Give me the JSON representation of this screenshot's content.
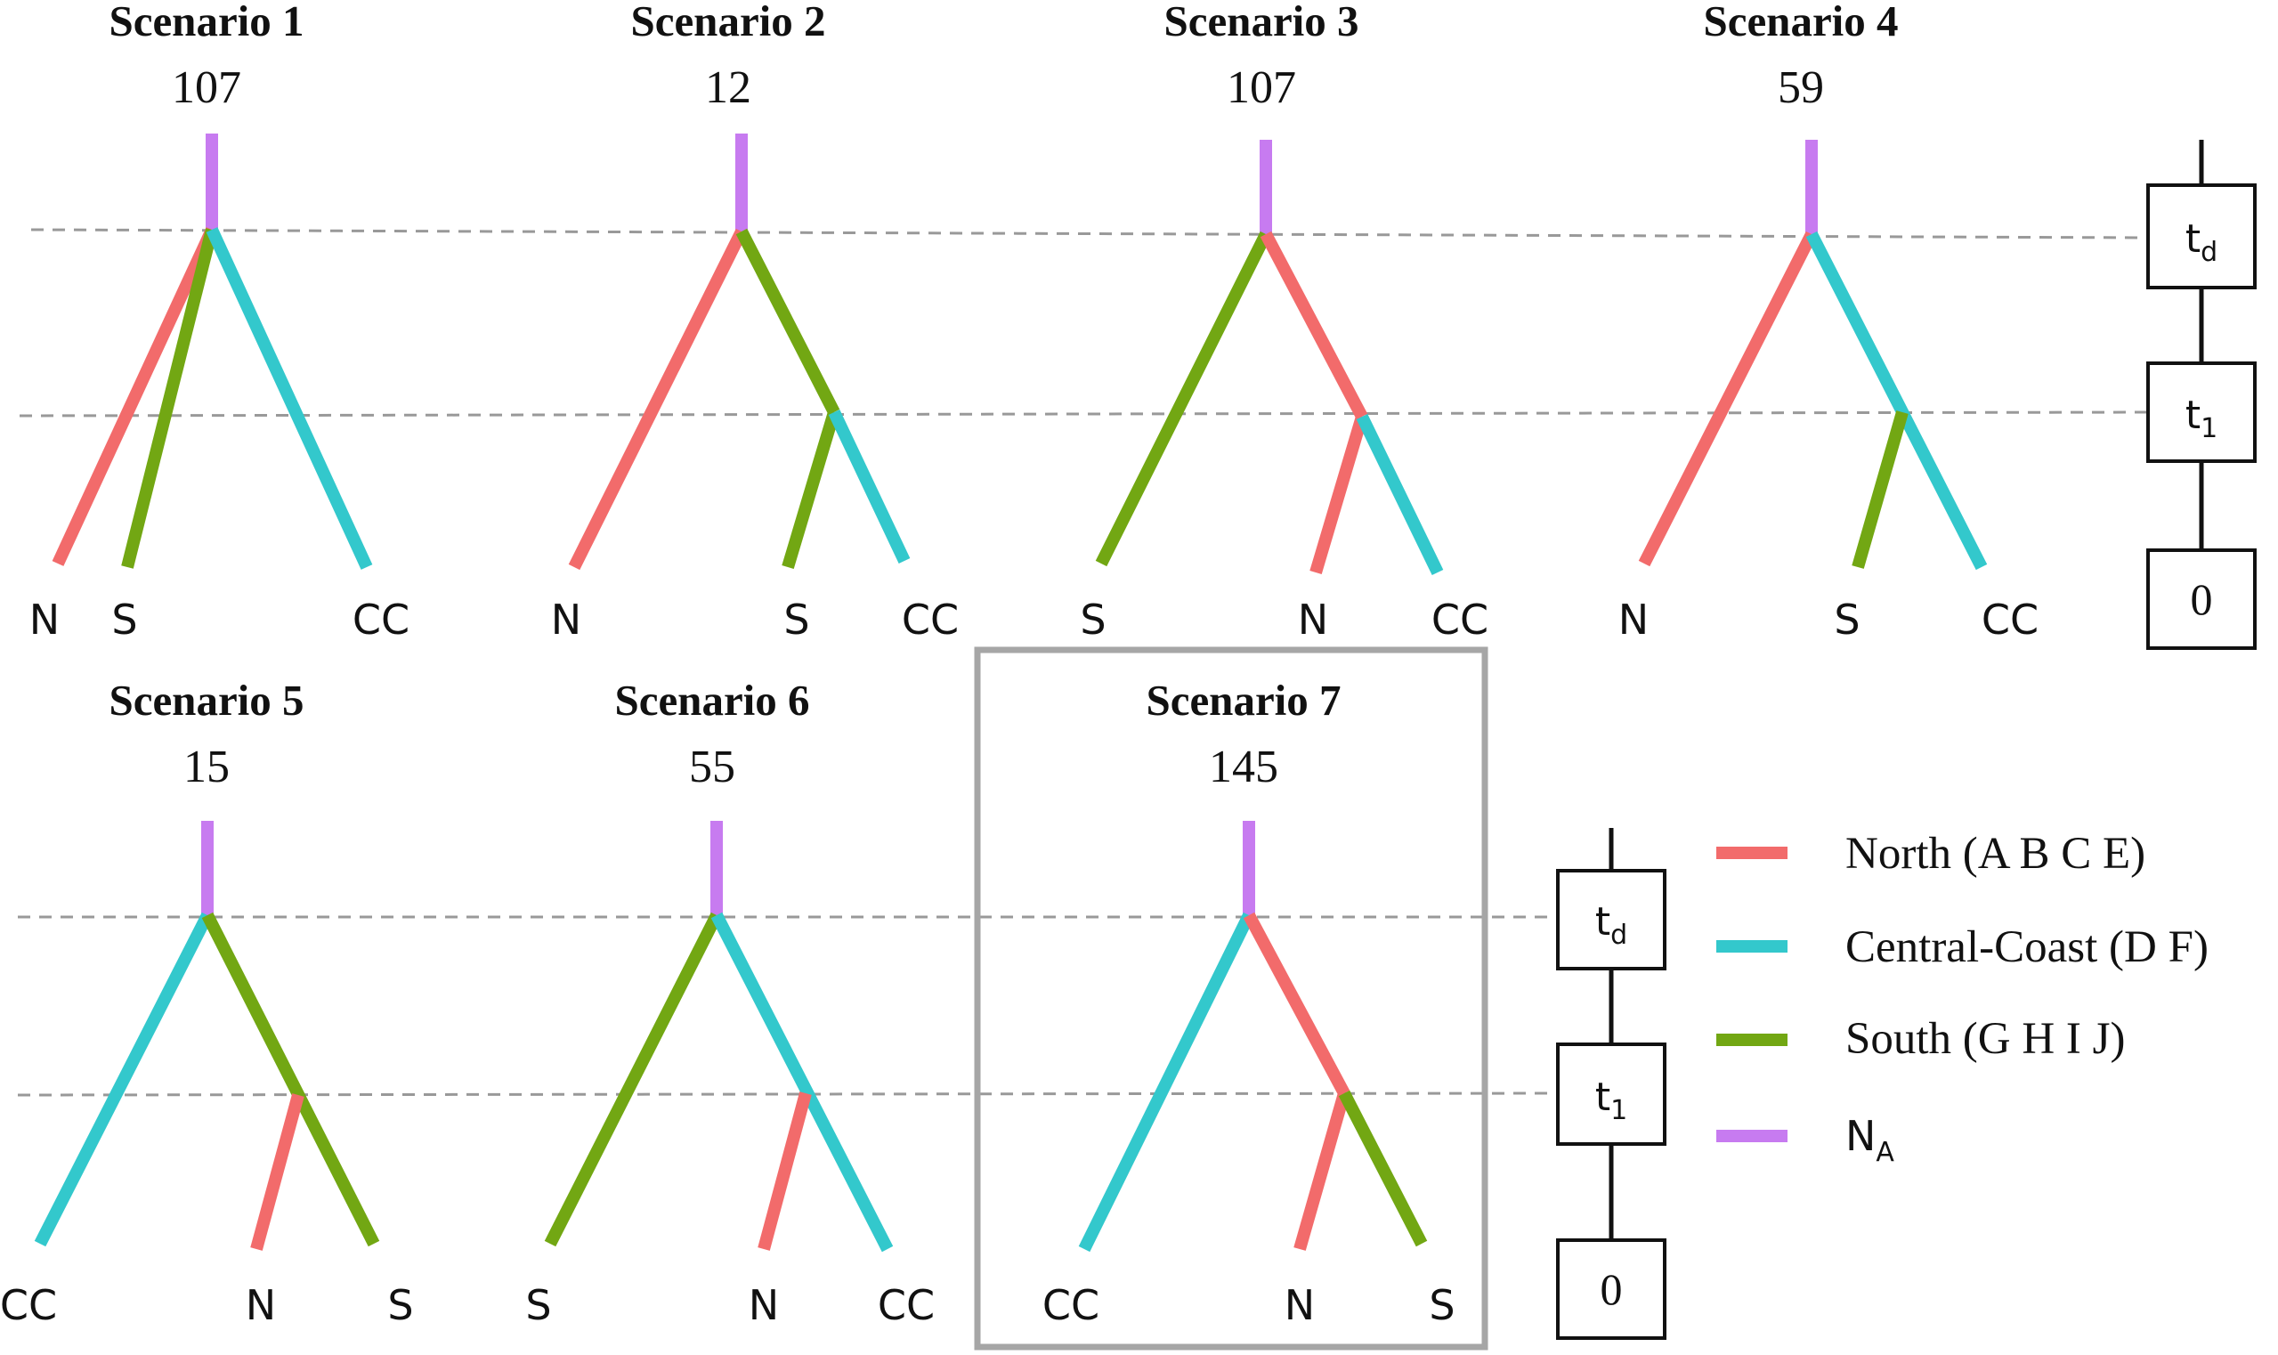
{
  "colors": {
    "north": "#f26b6b",
    "central_coast": "#33c8cc",
    "south": "#72a713",
    "ancestral": "#c77bf0",
    "guide": "#999999",
    "highlight_frame": "#a6a6a6"
  },
  "scenarios": [
    {
      "title": "Scenario 1",
      "count": "107",
      "leaves": [
        "N",
        "S",
        "CC"
      ]
    },
    {
      "title": "Scenario 2",
      "count": "12",
      "leaves": [
        "N",
        "S",
        "CC"
      ]
    },
    {
      "title": "Scenario 3",
      "count": "107",
      "leaves": [
        "S",
        "N",
        "CC"
      ]
    },
    {
      "title": "Scenario 4",
      "count": "59",
      "leaves": [
        "N",
        "S",
        "CC"
      ]
    },
    {
      "title": "Scenario 5",
      "count": "15",
      "leaves": [
        "CC",
        "N",
        "S"
      ]
    },
    {
      "title": "Scenario 6",
      "count": "55",
      "leaves": [
        "S",
        "N",
        "CC"
      ]
    },
    {
      "title": "Scenario 7",
      "count": "145",
      "leaves": [
        "CC",
        "N",
        "S"
      ],
      "highlighted": true
    }
  ],
  "timescale": {
    "td": {
      "base": "t",
      "sub": "d"
    },
    "t1": {
      "base": "t",
      "sub": "1"
    },
    "zero": "0"
  },
  "legend": [
    {
      "label": "North (A B C E)",
      "color_key": "north"
    },
    {
      "label": "Central-Coast (D F)",
      "color_key": "central_coast"
    },
    {
      "label": "South (G H I J)",
      "color_key": "south"
    },
    {
      "label_base": "N",
      "label_sub": "A",
      "color_key": "ancestral"
    }
  ]
}
